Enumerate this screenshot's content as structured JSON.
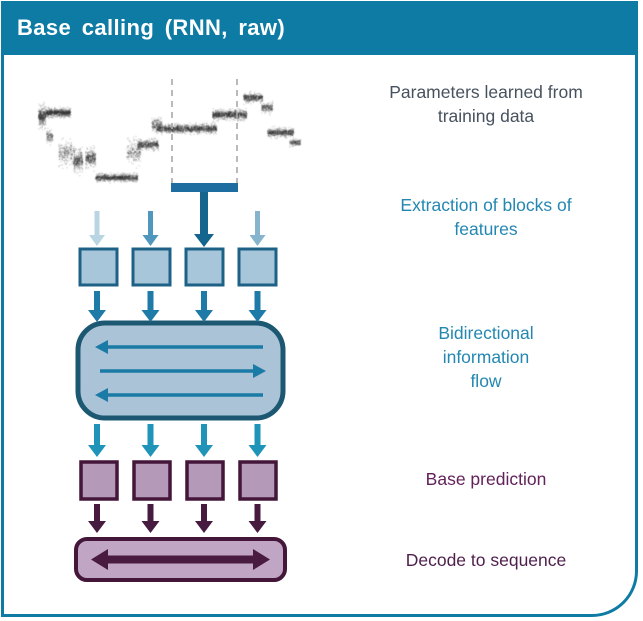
{
  "title_bar": {
    "title": "Base calling  (RNN, raw)"
  },
  "annotations": {
    "parameters": "Parameters learned from\ntraining data",
    "extraction": "Extraction of blocks of\nfeatures",
    "bidirectional": "Bidirectional\ninformation\nflow",
    "base_prediction": "Base prediction",
    "decode": "Decode to sequence"
  },
  "diagram": {
    "feature_blocks_per_row": 4,
    "bidirectional_arrow_directions": [
      "left",
      "right",
      "left"
    ],
    "decode_arrow": "double-headed"
  },
  "colors": {
    "teal_frame": "#0e7ba5",
    "bar_blue": "#1d6da0",
    "arrow_faded": "#b9d4e2",
    "arrow_medium": "#4f97bc",
    "arrow_light": "#85b4cc",
    "arrow_dark": "#14668e",
    "arrow_teal": "#1e7ba7",
    "arrow_bright_teal": "#1f93b8",
    "square_blue_fill": "#a7c6da",
    "square_blue_stroke": "#1d6286",
    "bidir_fill": "#aac3d7",
    "bidir_stroke": "#1d5872",
    "bidir_arrow": "#1a7ba6",
    "square_purple_fill": "#b499b8",
    "square_purple_stroke": "#441639",
    "arrow_purple": "#471a40",
    "decode_fill": "#c0a6c4",
    "decode_stroke": "#441639",
    "decode_arrow": "#4a1b41",
    "label_slate": "#47525e",
    "label_teal": "#2387b2",
    "label_purple": "#63215c",
    "label_purple_dark": "#4f1f4c",
    "dashed_gray": "#a8a8a8",
    "signal_gray": "#2d2d2d"
  }
}
